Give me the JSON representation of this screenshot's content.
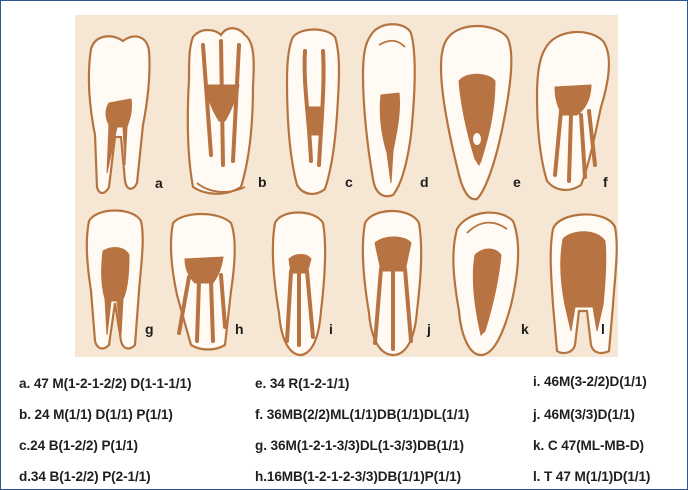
{
  "figure": {
    "panel_labels": [
      "a",
      "b",
      "c",
      "d",
      "e",
      "f",
      "g",
      "h",
      "i",
      "j",
      "k",
      "l"
    ],
    "legend": {
      "col1": [
        "a. 47 M(1-2-1-2/2) D(1-1-1/1)",
        "b. 24 M(1/1) D(1/1) P(1/1)",
        "c.24 B(1-2/2) P(1/1)",
        "d.34 B(1-2/2) P(2-1/1)"
      ],
      "col2": [
        "e. 34 R(1-2-1/1)",
        "f. 36MB(2/2)ML(1/1)DB(1/1)DL(1/1)",
        "g. 36M(1-2-1-3/3)DL(1-3/3)DB(1/1)",
        "h.16MB(1-2-1-2-3/3)DB(1/1)P(1/1)"
      ],
      "col3": [
        "i.  46M(3-2/2)D(1/1)",
        "j. 46M(3/3)D(1/1)",
        "k. C 47(ML-MB-D)",
        "l. T 47 M(1/1)D(1/1)"
      ]
    },
    "colors": {
      "background": "#f6e7d5",
      "tooth_fill": "#fffaf3",
      "outline": "#b5743f",
      "canal": "#b87342",
      "frame_border": "#2f5597"
    }
  }
}
